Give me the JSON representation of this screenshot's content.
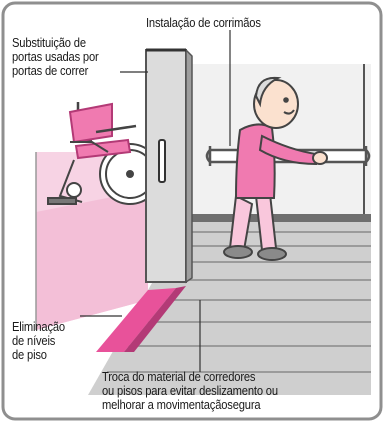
{
  "labels": {
    "portas": "Substituição de\nportas usadas por\nportas de correr",
    "corrimaos": "Instalação de corrimãos",
    "niveis": "Eliminação\nde níveis\nde piso",
    "pisos": "Troca do material de corredores\nou pisos para evitar deslizamento ou\nmelhorar a movimentaçãosegura"
  },
  "colors": {
    "accent": "#e8529a",
    "pink_floor": "#f6cde0",
    "person_shirt": "#f07ab0",
    "frame_border": "#8a8a8a"
  }
}
